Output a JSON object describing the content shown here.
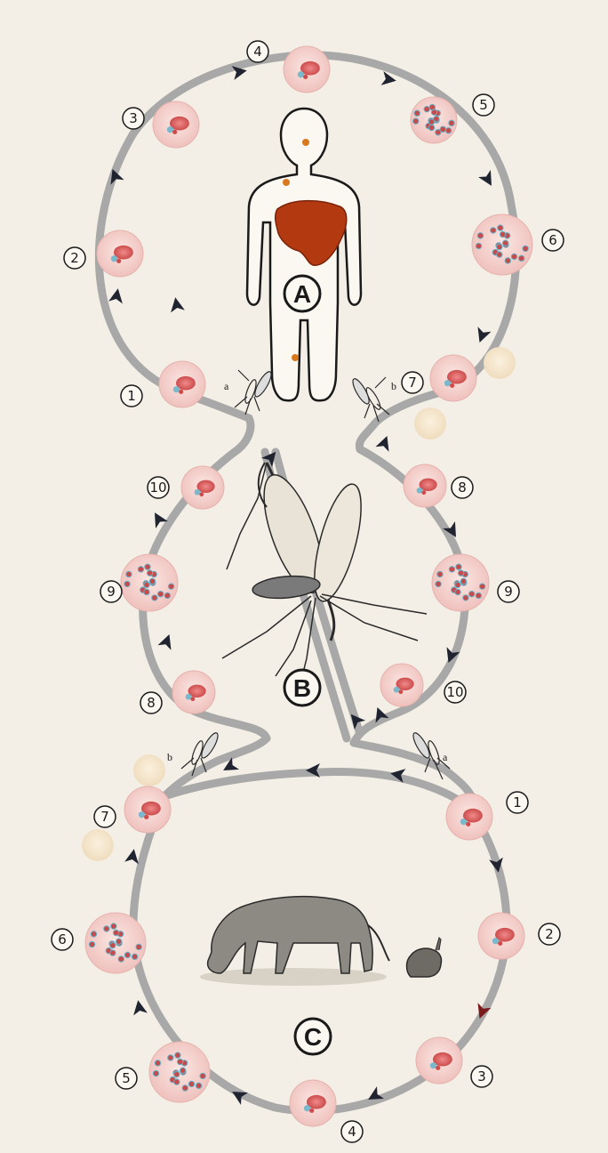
{
  "cycles": {
    "human": {
      "label": "A",
      "nodes": [
        "1",
        "2",
        "3",
        "4",
        "5",
        "6",
        "7"
      ]
    },
    "mosquito": {
      "label": "B",
      "left_nodes": [
        "10",
        "9",
        "8"
      ],
      "right_nodes": [
        "8",
        "9",
        "10"
      ]
    },
    "animal": {
      "label": "C",
      "nodes": [
        "1",
        "2",
        "3",
        "4",
        "5",
        "6",
        "7"
      ]
    }
  },
  "mosquito_tags": {
    "top_left": "a",
    "top_right": "b",
    "bottom_left": "b",
    "bottom_right": "a"
  },
  "colors": {
    "background": "#f4efe6",
    "path": "#a8a8a8",
    "arrow": "#1f2430",
    "cell": "#f2c9c6",
    "parasite": "#d04a4a",
    "liver": "#b33a10"
  }
}
